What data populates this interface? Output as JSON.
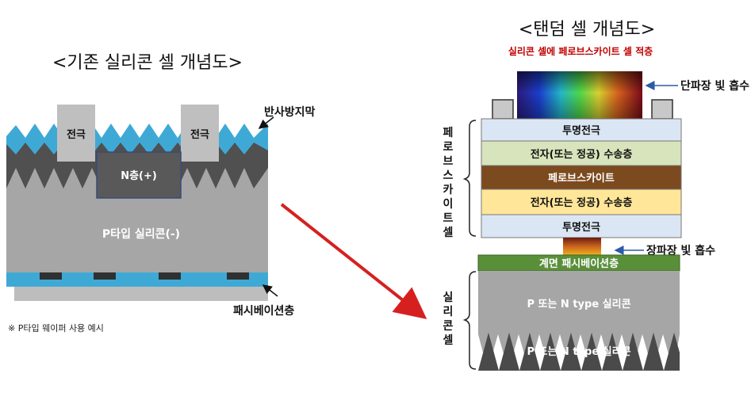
{
  "left": {
    "title": "<기존 실리콘 셀 개념도>",
    "electrode_1": "전극",
    "electrode_2": "전극",
    "n_layer": "N층(+)",
    "p_silicon": "P타입 실리콘(-)",
    "anti_reflection": "반사방지막",
    "passivation": "패시베이션층",
    "note": "※ P타입 웨이퍼 사용 예시"
  },
  "right": {
    "title": "<탠덤 셀 개념도>",
    "subtitle": "실리콘 셀에 페로브스카이트 셀 적층",
    "short_wave": "단파장 빛 흡수",
    "long_wave": "장파장 빛 흡수",
    "perovskite_cell_label": [
      "페",
      "로",
      "브",
      "스",
      "카",
      "이",
      "트",
      "셀"
    ],
    "silicon_cell_label": [
      "실",
      "리",
      "콘",
      "셀"
    ],
    "layers": [
      {
        "label": "투명전극",
        "color": "#dbe6f4"
      },
      {
        "label": "전자(또는 정공) 수송층",
        "color": "#d8e4bc"
      },
      {
        "label": "페로브스카이트",
        "color": "#7b4a1e"
      },
      {
        "label": "전자(또는 정공) 수송층",
        "color": "#ffe699"
      },
      {
        "label": "투명전극",
        "color": "#dbe6f4"
      }
    ],
    "interface_layer": "계면 패시베이션층",
    "silicon_top": "P 또는 N type 실리콘",
    "silicon_bottom": "P 또는 N type 실리콘"
  },
  "colors": {
    "arrow": "#d62020",
    "anti_reflection": "#3fa9d6",
    "interface": "#5a8f3a",
    "silicon_gray": "#a6a6a6"
  }
}
